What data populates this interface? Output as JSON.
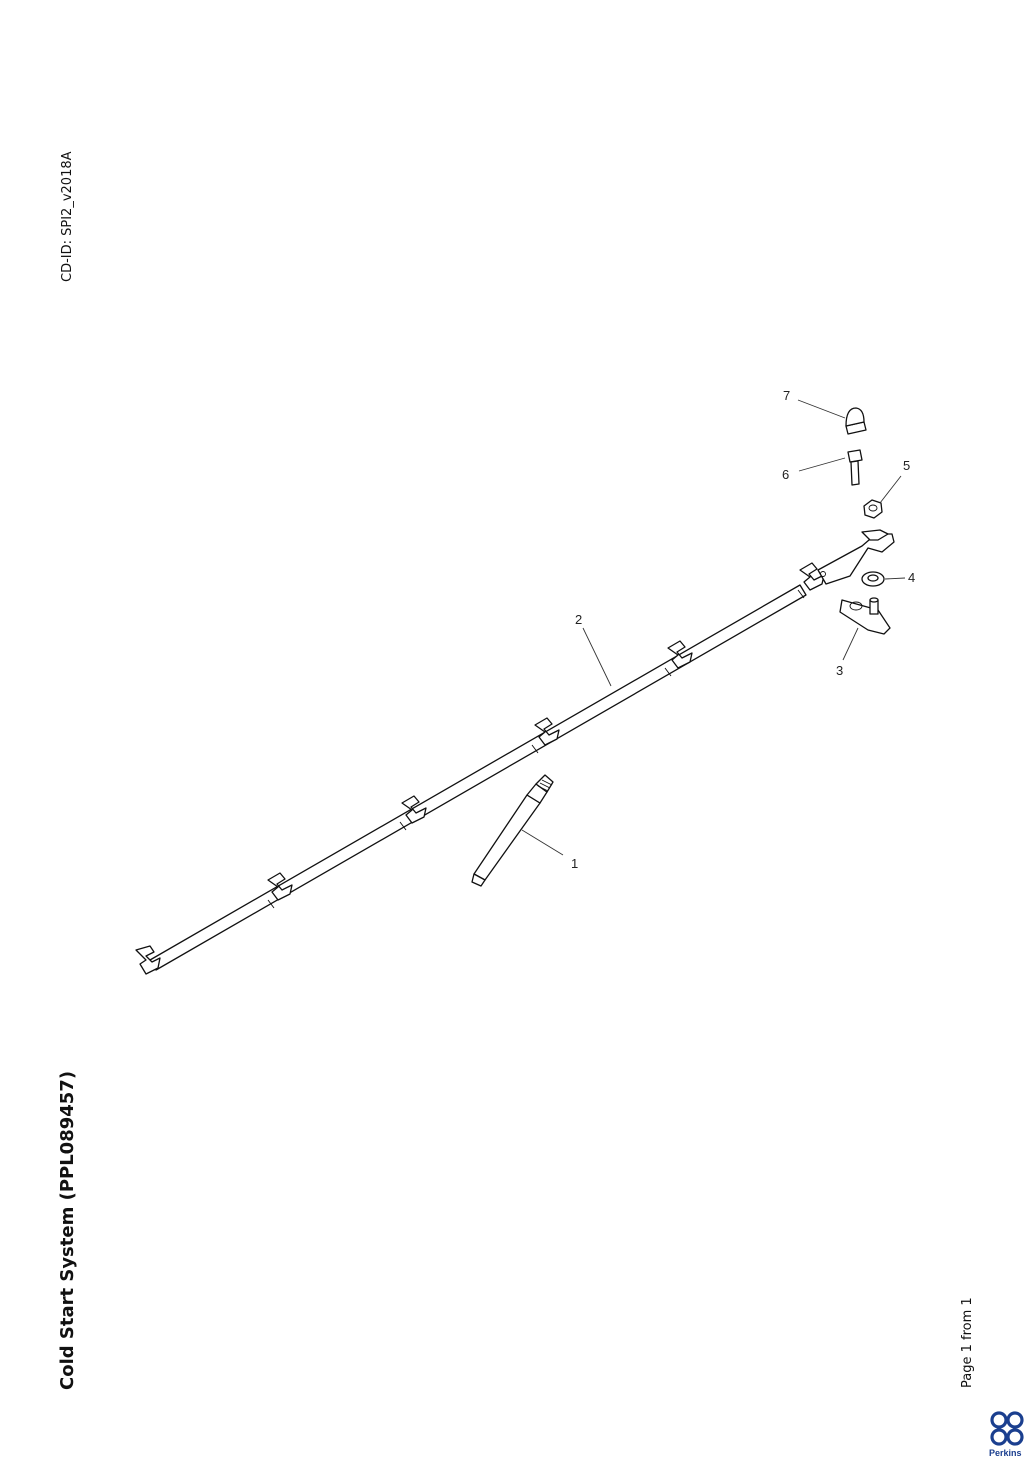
{
  "header": {
    "cd_id": "CD-ID: SPI2_v2018A"
  },
  "document": {
    "title": "Cold Start System (PPL089457)"
  },
  "footer": {
    "page": "Page 1 from 1",
    "brand": "Perkins"
  },
  "callouts": [
    "1",
    "2",
    "3",
    "4",
    "5",
    "6",
    "7"
  ],
  "colors": {
    "line": "#111111",
    "brand": "#1b3f8f"
  },
  "icons": {
    "logo": "perkins-logo-icon"
  }
}
